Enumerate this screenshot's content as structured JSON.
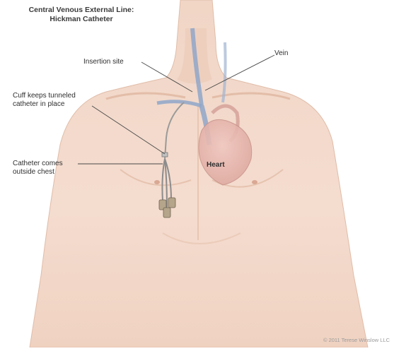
{
  "title": {
    "line1": "Central Venous External Line:",
    "line2": "Hickman Catheter"
  },
  "labels": {
    "vein": "Vein",
    "insertion_site": "Insertion site",
    "cuff_line1": "Cuff keeps tunneled",
    "cuff_line2": "catheter in place",
    "exit_line1": "Catheter comes",
    "exit_line2": "outside chest",
    "heart": "Heart"
  },
  "copyright": "© 2011 Terese Winslow LLC",
  "colors": {
    "skin": "#f3dbcd",
    "skin_shadow": "#e6c1ad",
    "vein": "#8fa6c9",
    "heart": "#e7b8b0",
    "leader": "#4a4a4a"
  }
}
